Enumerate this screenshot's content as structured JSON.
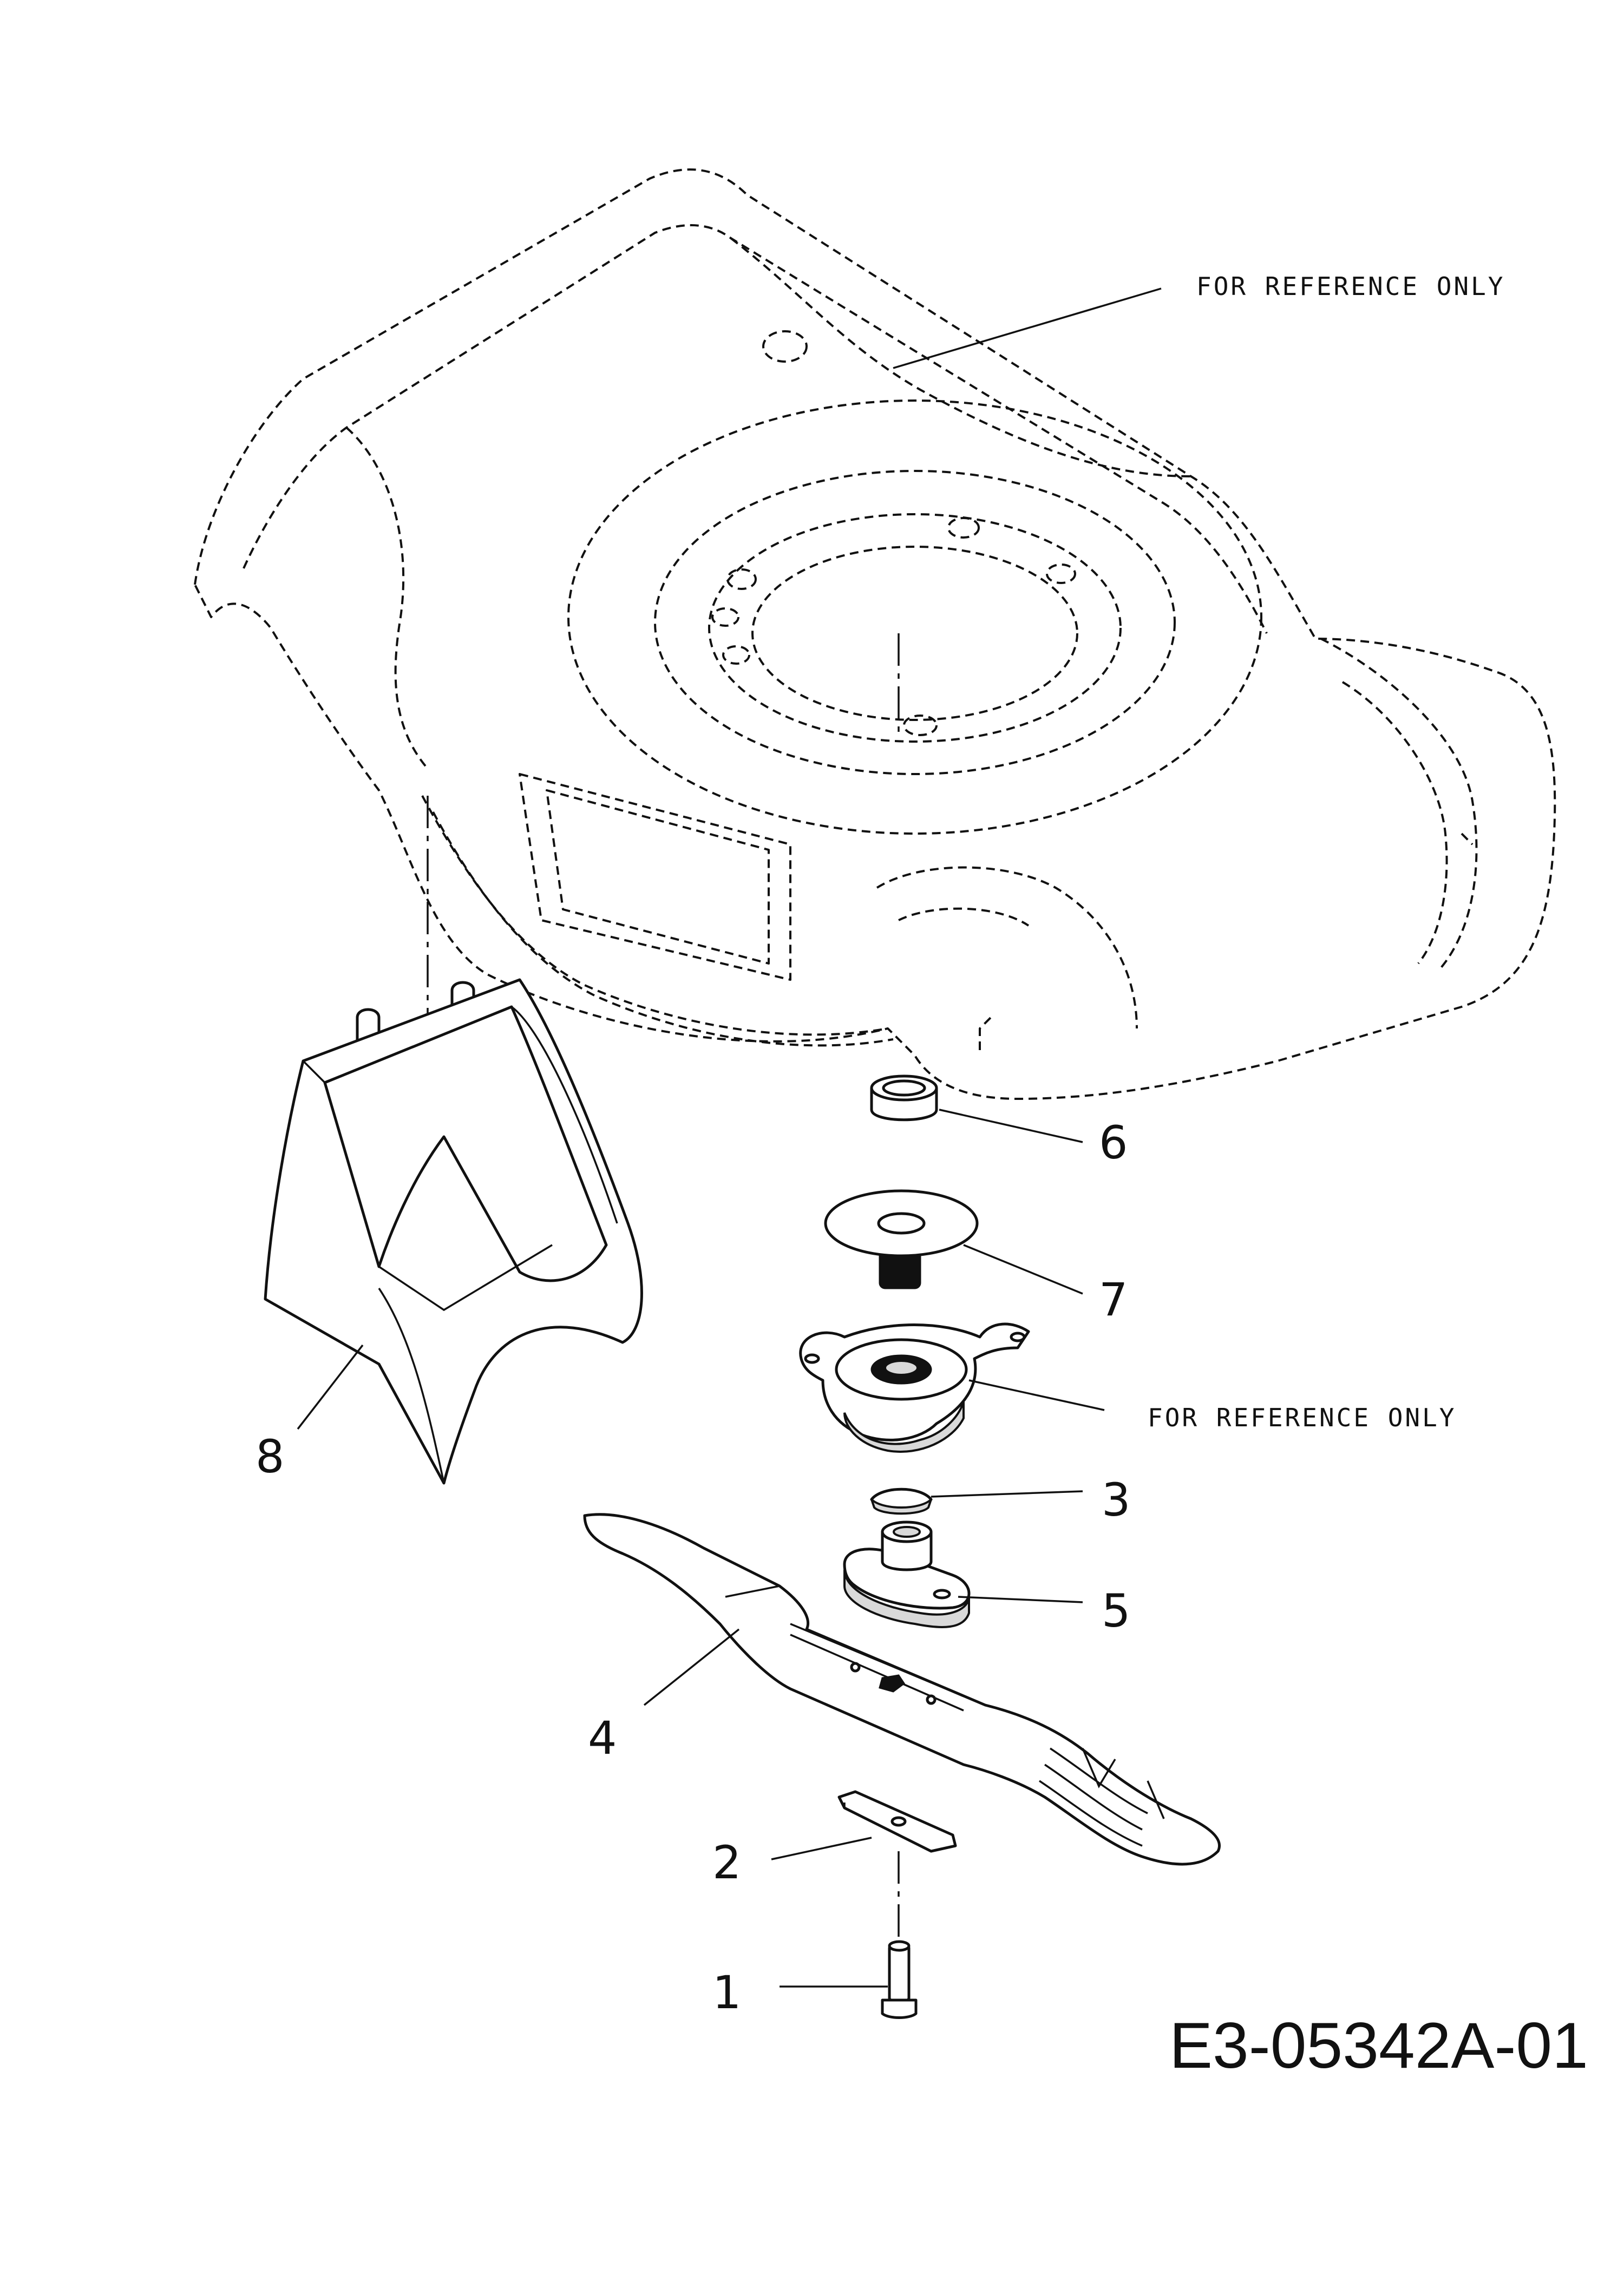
{
  "diagram": {
    "drawing_code": "E3-05342A-01",
    "reference_notes": [
      "FOR REFERENCE ONLY",
      "FOR REFERENCE ONLY"
    ],
    "callouts": [
      {
        "id": "1",
        "part": "bolt"
      },
      {
        "id": "2",
        "part": "blade-support"
      },
      {
        "id": "3",
        "part": "key"
      },
      {
        "id": "4",
        "part": "blade"
      },
      {
        "id": "5",
        "part": "blade-adapter"
      },
      {
        "id": "6",
        "part": "bushing"
      },
      {
        "id": "7",
        "part": "spacer-washer"
      },
      {
        "id": "8",
        "part": "discharge-chute"
      }
    ]
  }
}
